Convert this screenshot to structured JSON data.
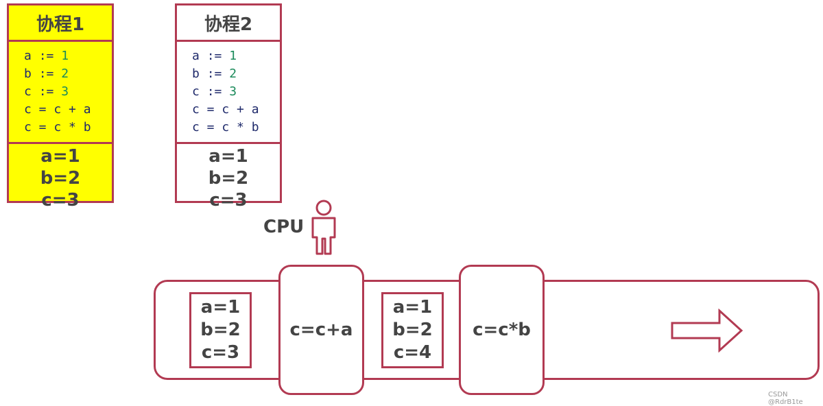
{
  "coroutines": [
    {
      "title": "协程1",
      "code": [
        {
          "v": "a",
          "op": ":=",
          "n": "1"
        },
        {
          "v": "b",
          "op": ":=",
          "n": "2"
        },
        {
          "v": "c",
          "op": ":=",
          "n": "3"
        },
        {
          "expr": "c = c + a"
        },
        {
          "expr": "c = c * b"
        }
      ],
      "registers": [
        "a=1",
        "b=2",
        "c=3"
      ]
    },
    {
      "title": "协程2",
      "code": [
        {
          "v": "a",
          "op": ":=",
          "n": "1"
        },
        {
          "v": "b",
          "op": ":=",
          "n": "2"
        },
        {
          "v": "c",
          "op": ":=",
          "n": "3"
        },
        {
          "expr": "c = c + a"
        },
        {
          "expr": "c = c * b"
        }
      ],
      "registers": [
        "a=1",
        "b=2",
        "c=3"
      ]
    }
  ],
  "cpu": {
    "label": "CPU"
  },
  "timeline": {
    "snapshot1": [
      "a=1",
      "b=2",
      "c=3"
    ],
    "step1": "c=c+a",
    "snapshot2": [
      "a=1",
      "b=2",
      "c=4"
    ],
    "step2": "c=c*b"
  },
  "watermark": "CSDN @RdrB1te",
  "colors": {
    "border": "#b23a52",
    "highlight": "#ffff00",
    "number": "#1a8a5a",
    "variable": "#1f2a6b"
  }
}
